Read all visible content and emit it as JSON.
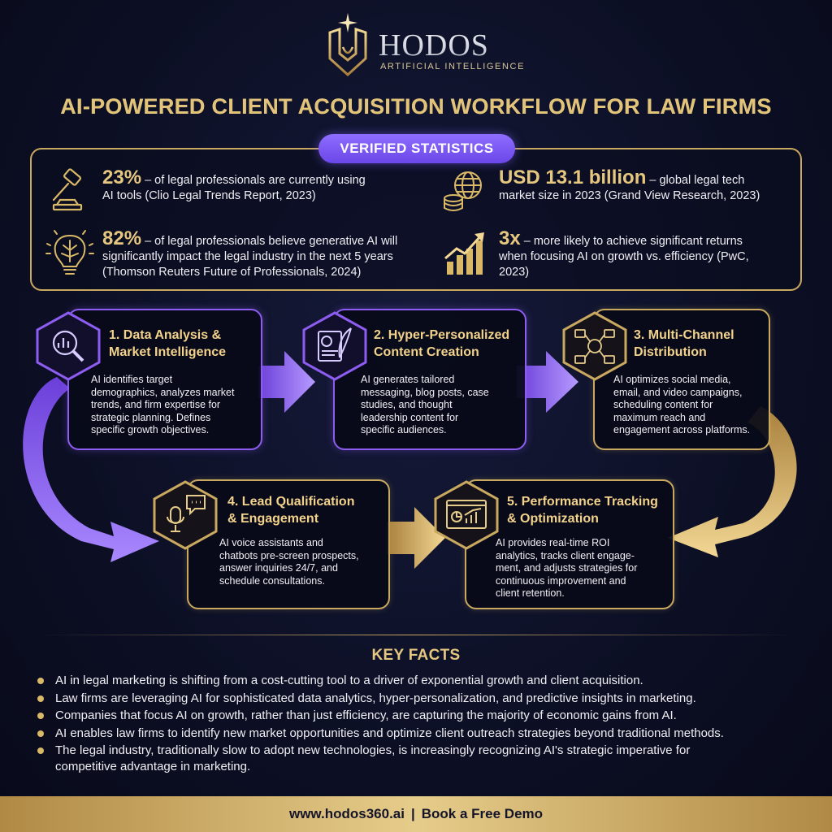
{
  "header": {
    "brand_name": "HODOS",
    "brand_tagline": "ARTIFICIAL INTELLIGENCE",
    "title": "AI-POWERED CLIENT ACQUISITION WORKFLOW FOR LAW FIRMS"
  },
  "stats": {
    "pill_label": "VERIFIED STATISTICS",
    "items": [
      {
        "value": "23%",
        "text_line1": " – of legal professionals are currently using",
        "text_line2": "AI tools (Clio Legal Trends Report, 2023)",
        "icon": "gavel-icon"
      },
      {
        "value": "USD 13.1 billion",
        "text_line1": " – global legal tech",
        "text_line2": "market size in 2023 (Grand View Research, 2023)",
        "icon": "globe-coins-icon"
      },
      {
        "value": "82%",
        "text_line1": " – of legal professionals believe generative AI will",
        "text_line2": "significantly impact the legal industry in the next 5 years",
        "text_line3": "(Thomson Reuters Future of Professionals, 2024)",
        "icon": "brain-bulb-icon"
      },
      {
        "value": "3x",
        "text_line1": "  – more likely to achieve significant returns",
        "text_line2": "when focusing AI on growth vs. efficiency (PwC,",
        "text_line3": "2023)",
        "icon": "growth-chart-icon"
      }
    ]
  },
  "workflow": {
    "steps": [
      {
        "title_line1": "1. Data Analysis &",
        "title_line2": "Market Intelligence",
        "desc": [
          "AI identifies target",
          "demographics, analyzes market",
          "trends, and firm expertise for",
          "strategic planning. Defines",
          "specific growth objectives."
        ],
        "icon": "data-magnifier-icon"
      },
      {
        "title_line1": "2. Hyper-Personalized",
        "title_line2": "Content Creation",
        "desc": [
          "AI generates tailored",
          "messaging, blog posts, case",
          "studies, and thought",
          "leadership content for",
          "specific audiences."
        ],
        "icon": "content-quill-icon"
      },
      {
        "title_line1": "3. Multi-Channel",
        "title_line2": "Distribution",
        "desc": [
          "AI optimizes social media,",
          "email, and video campaigns,",
          "scheduling content for",
          "maximum reach and",
          "engagement across platforms."
        ],
        "icon": "channels-network-icon"
      },
      {
        "title_line1": "4. Lead Qualification",
        "title_line2": "& Engagement",
        "desc": [
          "AI voice assistants and",
          "chatbots pre-screen prospects,",
          "answer inquiries 24/7, and",
          "schedule consultations."
        ],
        "icon": "microphone-chat-icon"
      },
      {
        "title_line1": "5. Performance Tracking",
        "title_line2": "& Optimization",
        "desc": [
          "AI provides real-time ROI",
          "analytics, tracks client engage-",
          "ment, and adjusts strategies for",
          "continuous improvement and",
          "client retention."
        ],
        "icon": "dashboard-chart-icon"
      }
    ]
  },
  "key_facts": {
    "title": "KEY FACTS",
    "items": [
      "AI in legal marketing is shifting from a cost-cutting tool to a driver of exponential growth and client acquisition.",
      "Law firms are leveraging AI for sophisticated data analytics, hyper-personalization, and predictive insights in marketing.",
      "Companies that focus AI on growth, rather than just efficiency, are capturing the majority of economic gains from AI.",
      "AI enables law firms to identify new market opportunities and optimize client outreach strategies beyond traditional methods.",
      "The legal industry, traditionally slow to adopt new technologies, is increasingly recognizing AI's strategic imperative for",
      "competitive advantage in marketing."
    ]
  },
  "footer": {
    "url": "www.hodos360.ai",
    "separator": "|",
    "cta": "Book a Free Demo"
  },
  "colors": {
    "gold": "#c9a860",
    "purple": "#8d5cf0",
    "background": "#0c0f24"
  }
}
